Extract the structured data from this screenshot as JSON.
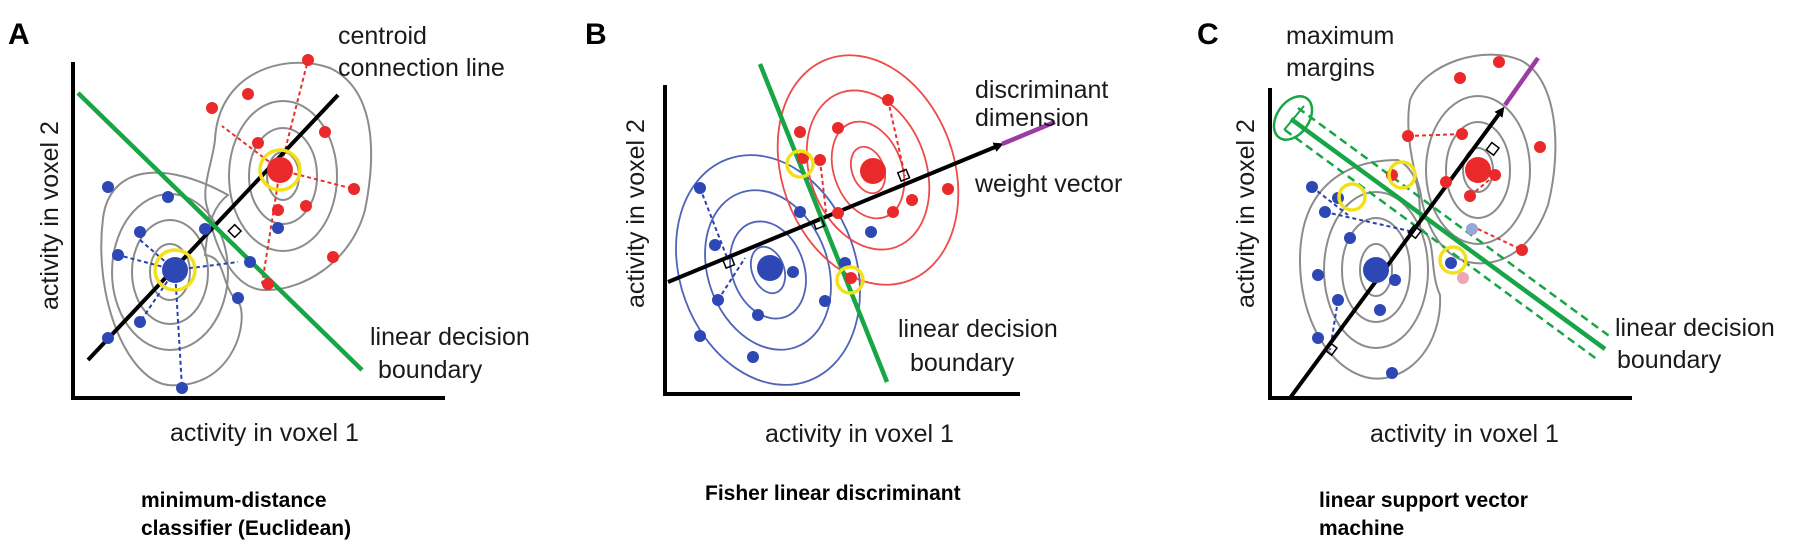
{
  "panels": [
    {
      "letter": "A",
      "axis_x": "activity in voxel 1",
      "axis_y": "activity in voxel 2",
      "annotation_1a": "centroid",
      "annotation_1b": "connection line",
      "annotation_2a": "linear decision",
      "annotation_2b": "boundary",
      "caption_1": "minimum-distance",
      "caption_2": "classifier (Euclidean)"
    },
    {
      "letter": "B",
      "axis_x": "activity in voxel 1",
      "axis_y": "activity in voxel 2",
      "annotation_1a": "discriminant",
      "annotation_1b": "dimension",
      "annotation_3": "weight vector",
      "annotation_2a": "linear decision",
      "annotation_2b": "boundary",
      "caption_1": "Fisher linear discriminant"
    },
    {
      "letter": "C",
      "axis_x": "activity in voxel 1",
      "axis_y": "activity in voxel 2",
      "annotation_1a": "maximum",
      "annotation_1b": "margins",
      "annotation_2a": "linear decision",
      "annotation_2b": "boundary",
      "caption_1": "linear support vector",
      "caption_2": "machine"
    }
  ],
  "colors": {
    "class_red": "#ea2a2a",
    "class_blue": "#2d47b5",
    "boundary_green": "#17a546",
    "support_highlight": "#f2e11a",
    "discriminant_purple": "#9b3ca5"
  }
}
